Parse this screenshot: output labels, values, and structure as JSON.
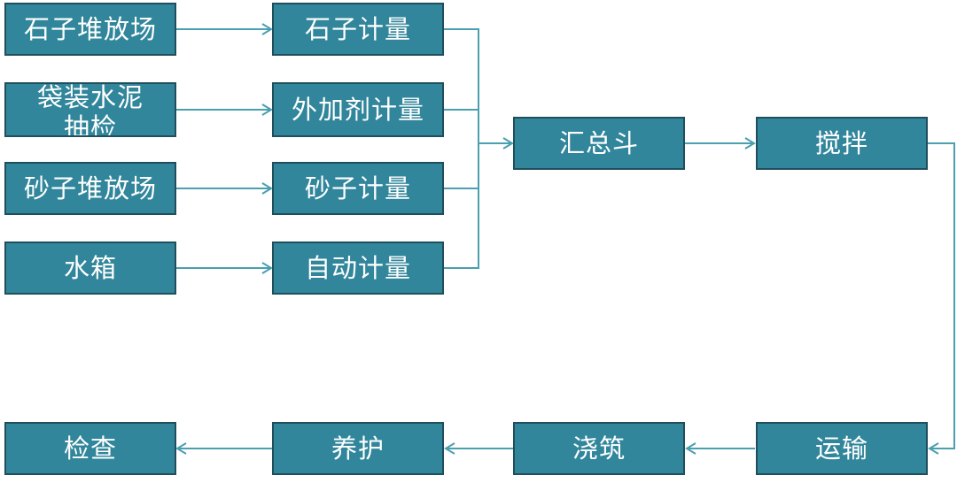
{
  "nodes": {
    "stone_yard": "石子堆放场",
    "bag_cement": "袋装水泥\n抽检",
    "sand_yard": "砂子堆放场",
    "water_tank": "水箱",
    "stone_measure": "石子计量",
    "admixture_measure": "外加剂计量",
    "sand_measure": "砂子计量",
    "auto_measure": "自动计量",
    "hopper": "汇总斗",
    "mixing": "搅拌",
    "transport": "运输",
    "pouring": "浇筑",
    "curing": "养护",
    "inspection": "检查"
  },
  "colors": {
    "box_fill": "#31869b",
    "box_border": "#1f4f5c",
    "connector": "#4a9fb0",
    "text": "#ffffff"
  }
}
